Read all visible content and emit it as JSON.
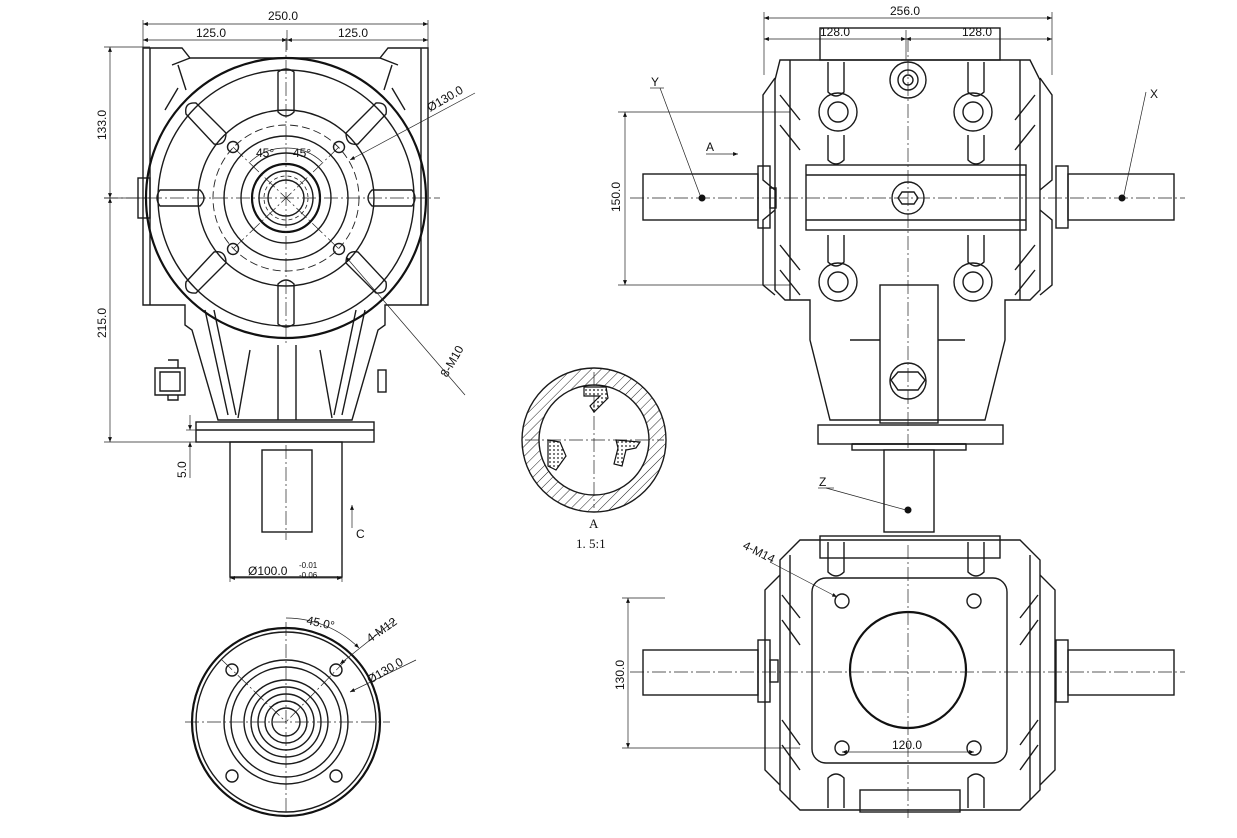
{
  "front_view": {
    "overall_width": "250.0",
    "half_width_left": "125.0",
    "half_width_right": "125.0",
    "height_top": "133.0",
    "height_bottom": "215.0",
    "flange_thickness": "5.0",
    "bolt_circle": "Ø130.0",
    "angle_left": "45°",
    "angle_right": "45°",
    "bolt_callout": "8-M10",
    "shaft_diameter": "Ø100.0",
    "shaft_tol_upper": "-0.01",
    "shaft_tol_lower": "-0.06",
    "view_label": "C"
  },
  "bottom_flange_view": {
    "angle": "45.0°",
    "bolt_callout": "4-M12",
    "bolt_circle": "Ø130.0"
  },
  "detail_view": {
    "label": "A",
    "scale": "1. 5:1"
  },
  "top_view": {
    "overall_width": "256.0",
    "half_width_left": "128.0",
    "half_width_right": "128.0",
    "height": "150.0",
    "shaft_label_y": "Y",
    "shaft_label_x": "X",
    "shaft_label_z": "Z",
    "section_label": "A"
  },
  "side_view": {
    "bolt_callout": "4-M14",
    "height": "130.0",
    "bolt_spacing": "120.0"
  }
}
